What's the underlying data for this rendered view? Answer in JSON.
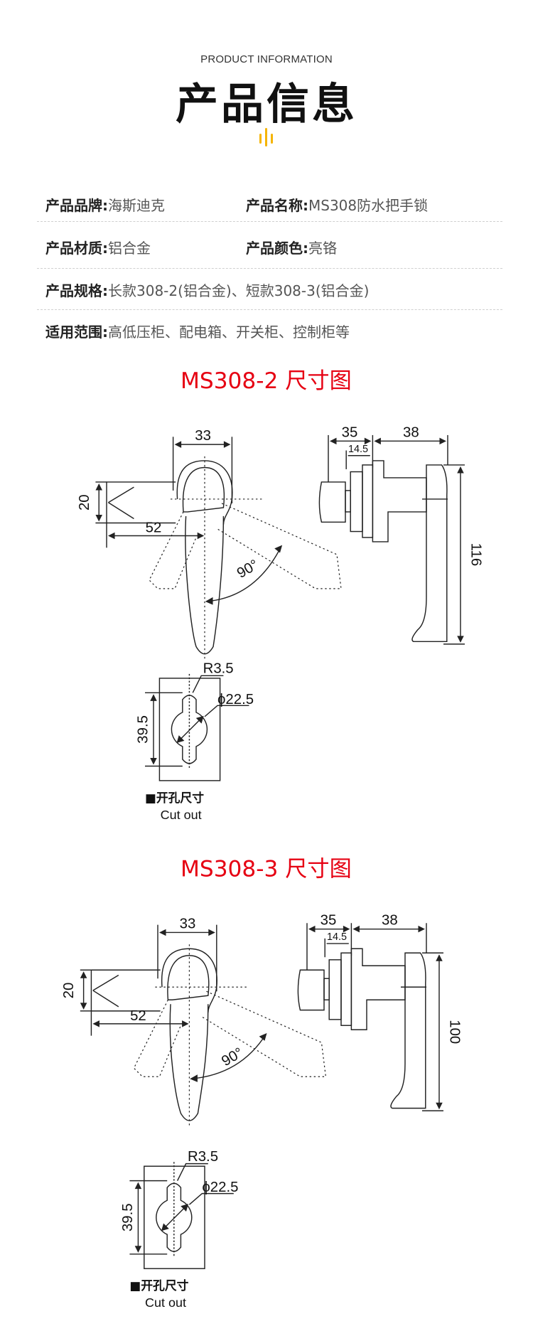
{
  "header": {
    "subtitle": "PRODUCT INFORMATION",
    "title": "产品信息",
    "accent_color": "#f5b400"
  },
  "info": [
    {
      "label": "产品品牌:",
      "value": "海斯迪克"
    },
    {
      "label": "产品名称:",
      "value": "MS308防水把手锁"
    },
    {
      "label": "产品材质:",
      "value": "铝合金"
    },
    {
      "label": "产品颜色:",
      "value": "亮铬"
    },
    {
      "label": "产品规格:",
      "value": "长款308-2(铝合金)、短款308-3(铝合金)"
    },
    {
      "label": "适用范围:",
      "value": "高低压柜、配电箱、开关柜、控制柜等"
    }
  ],
  "drawings": [
    {
      "title": "MS308-2 尺寸图",
      "dims": {
        "width": "33",
        "shaft_height": "20",
        "reach": "52",
        "angle": "90°",
        "depth": "35",
        "nut": "14.5",
        "handle_depth": "38",
        "height": "116",
        "radius": "R3.5",
        "diameter": "ϕ22.5",
        "cut_height": "39.5"
      },
      "cutout_label": "■开孔尺寸",
      "cutout_label_en": "Cut out"
    },
    {
      "title": "MS308-3 尺寸图",
      "dims": {
        "width": "33",
        "shaft_height": "20",
        "reach": "52",
        "angle": "90°",
        "depth": "35",
        "nut": "14.5",
        "handle_depth": "38",
        "height": "100",
        "radius": "R3.5",
        "diameter": "ϕ22.5",
        "cut_height": "39.5"
      },
      "cutout_label": "■开孔尺寸",
      "cutout_label_en": "Cut out"
    }
  ],
  "title_color": "#e60012"
}
